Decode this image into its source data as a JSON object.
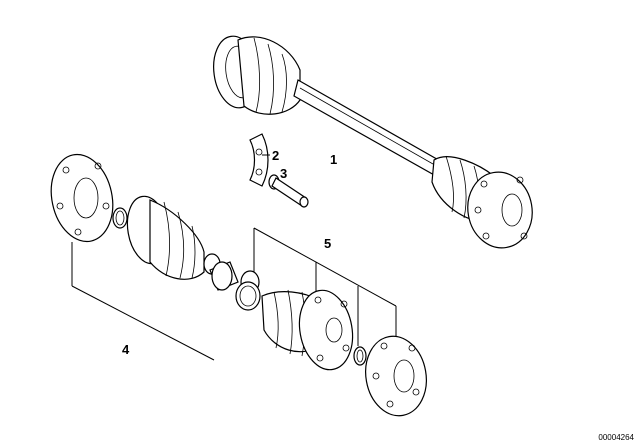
{
  "diagram": {
    "callouts": {
      "c1": "1",
      "c2": "2",
      "c3": "3",
      "c4": "4",
      "c5": "5"
    },
    "image_code": "00004264"
  }
}
